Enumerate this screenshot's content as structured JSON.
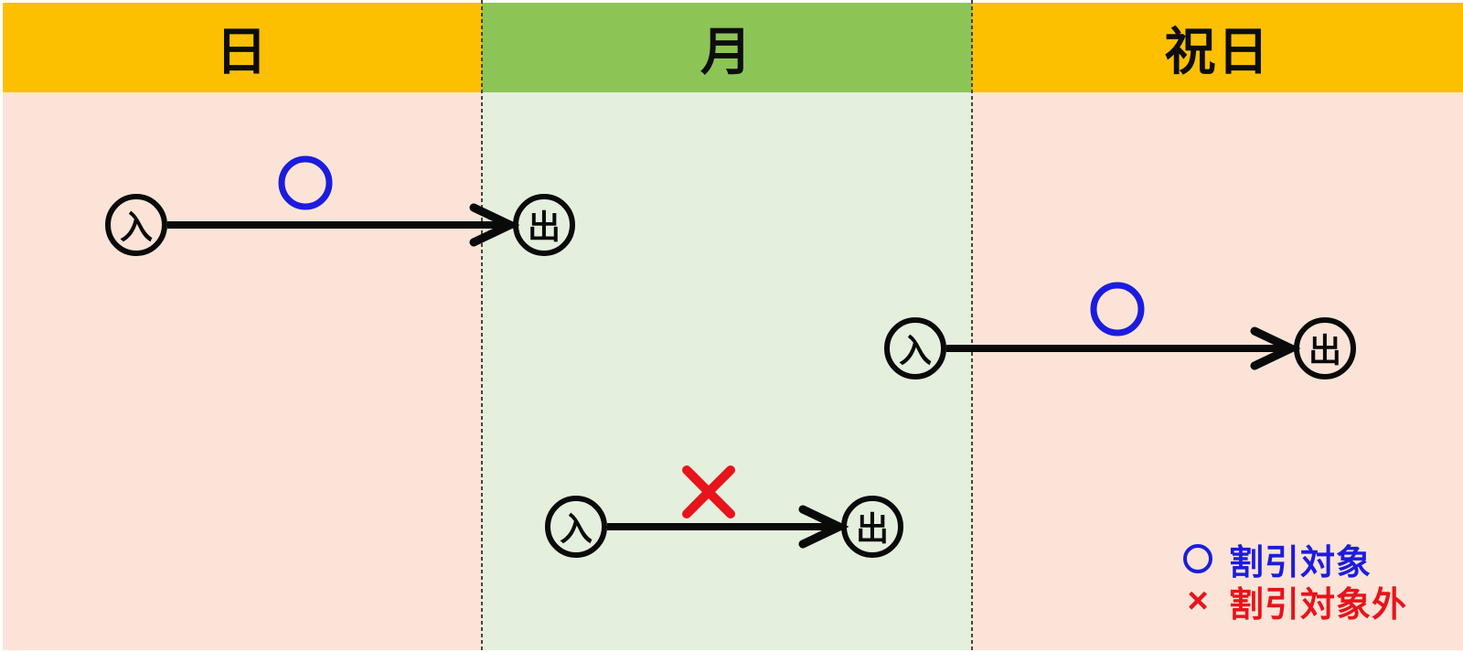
{
  "columns": [
    {
      "id": "sunday",
      "label": "日",
      "header_color": "#FDC000",
      "body_color": "#FBE4D7"
    },
    {
      "id": "monday",
      "label": "月",
      "header_color": "#8CC556",
      "body_color": "#E4F0DD"
    },
    {
      "id": "holiday",
      "label": "祝日",
      "header_color": "#FDC000",
      "body_color": "#FBE4D7"
    }
  ],
  "nodes": {
    "entry": "入",
    "exit": "出"
  },
  "trips": [
    {
      "name": "enter-sunday-exit-monday",
      "marker": "○",
      "discount_eligible": true
    },
    {
      "name": "enter-monday-exit-holiday",
      "marker": "○",
      "discount_eligible": true
    },
    {
      "name": "enter-and-exit-monday",
      "marker": "×",
      "discount_eligible": false
    }
  ],
  "legend": {
    "items": [
      {
        "symbol": "○",
        "label": "割引対象",
        "color": "#1C1CDE"
      },
      {
        "symbol": "×",
        "label": "割引対象外",
        "color": "#E8131B"
      }
    ]
  },
  "divider_color": "#4A4238"
}
